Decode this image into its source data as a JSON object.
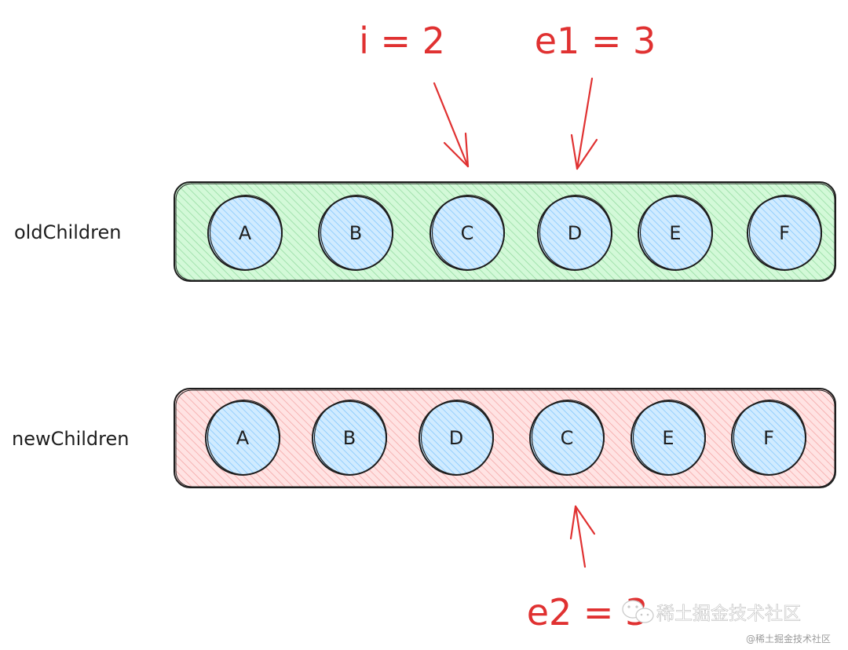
{
  "rows": {
    "old": {
      "label": "oldChildren",
      "fill": "#d3f9d8",
      "hatch": "#8fd89c",
      "nodes": [
        "A",
        "B",
        "C",
        "D",
        "E",
        "F"
      ]
    },
    "new": {
      "label": "newChildren",
      "fill": "#ffe3e3",
      "hatch": "#f3a0a0",
      "nodes": [
        "A",
        "B",
        "D",
        "C",
        "E",
        "F"
      ]
    }
  },
  "node_style": {
    "fill": "#d0ebff",
    "hatch": "#74c0fc",
    "stroke": "#1e1e1e"
  },
  "pointers": {
    "i": {
      "label": "i = 2"
    },
    "e1": {
      "label": "e1 = 3"
    },
    "e2": {
      "label": "e2 = 3"
    },
    "color": "#e03131"
  },
  "watermark": {
    "main": "稀土掘金技术社区",
    "small": "@稀土掘金技术社区"
  }
}
